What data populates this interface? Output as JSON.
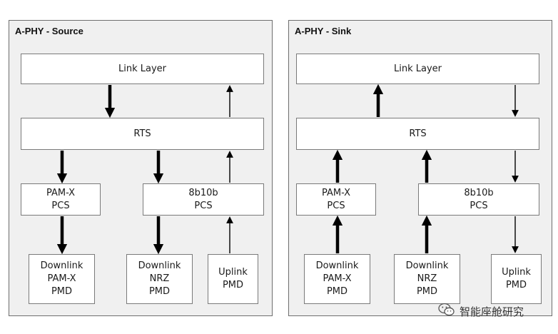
{
  "source": {
    "title": "A-PHY - Source",
    "link_layer": "Link Layer",
    "rts": "RTS",
    "pamx_pcs": [
      "PAM-X",
      "PCS"
    ],
    "pcs_8b10b": [
      "8b10b",
      "PCS"
    ],
    "downlink_pamx_pmd": [
      "Downlink",
      "PAM-X",
      "PMD"
    ],
    "downlink_nrz_pmd": [
      "Downlink",
      "NRZ",
      "PMD"
    ],
    "uplink_pmd": [
      "Uplink",
      "PMD"
    ]
  },
  "sink": {
    "title": "A-PHY - Sink",
    "link_layer": "Link Layer",
    "rts": "RTS",
    "pamx_pcs": [
      "PAM-X",
      "PCS"
    ],
    "pcs_8b10b": [
      "8b10b",
      "PCS"
    ],
    "downlink_pamx_pmd": [
      "Downlink",
      "PAM-X",
      "PMD"
    ],
    "downlink_nrz_pmd": [
      "Downlink",
      "NRZ",
      "PMD"
    ],
    "uplink_pmd": [
      "Uplink",
      "PMD"
    ]
  },
  "watermark": {
    "text": "智能座舱研究",
    "icon": "wechat-icon"
  },
  "colors": {
    "panel_bg": "#f0f0f0",
    "panel_border": "#6e6e6e",
    "box_border": "#7a7a7a",
    "arrow": "#000000"
  }
}
